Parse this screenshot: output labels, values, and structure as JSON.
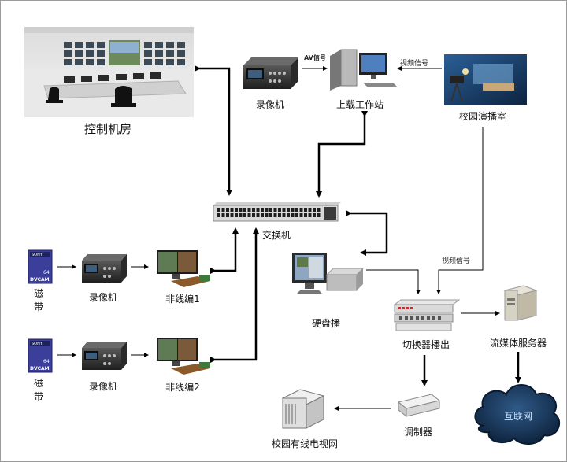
{
  "labels": {
    "control_room": "控制机房",
    "recorder_top": "录像机",
    "upload_ws": "上载工作站",
    "studio": "校园演播室",
    "switch": "交换机",
    "tape1": "磁\n带",
    "recorder1": "录像机",
    "nle1": "非线编1",
    "tape2": "磁\n带",
    "recorder2": "录像机",
    "nle2": "非线编2",
    "disk_player": "硬盘播",
    "switcher": "切换器播出",
    "streaming": "流媒体服务器",
    "internet": "互联网",
    "modulator": "调制器",
    "catv": "校园有线电视网"
  },
  "signals": {
    "av": "AV信号",
    "video_top": "视频信号",
    "video_right": "视频信号"
  },
  "tape": {
    "brand": "SONY",
    "format": "DVCAM",
    "number": "64"
  },
  "colors": {
    "arrow": "#000000",
    "tape_blue": "#3b3f9a",
    "cloud": "#1d3f66",
    "internet_text": "#c9e3ff"
  }
}
